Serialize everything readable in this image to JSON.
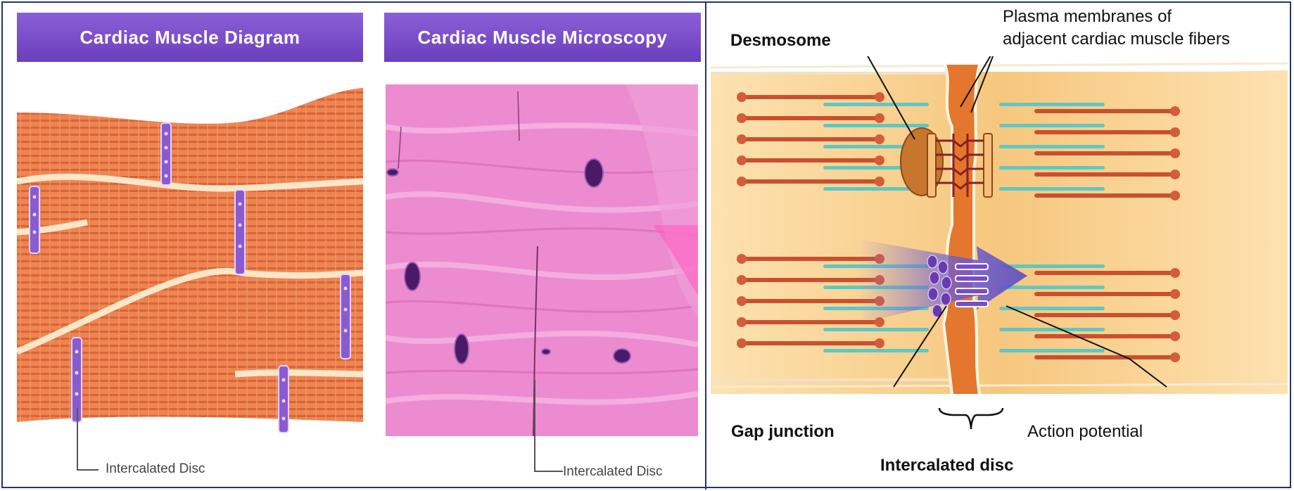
{
  "left_panel": {
    "diagram_title": "Cardiac Muscle Diagram",
    "microscopy_title": "Cardiac Muscle Microscopy",
    "diagram_callout": "Intercalated Disc",
    "microscopy_callout": "Intercalated Disc"
  },
  "right_panel": {
    "desmosome": "Desmosome",
    "plasma_line1": "Plasma membranes of",
    "plasma_line2": "adjacent cardiac muscle fibers",
    "gap_junction": "Gap junction",
    "action_potential": "Action potential",
    "intercalated_disc": "Intercalated disc"
  },
  "colors": {
    "header_purple": "#7a4ccb",
    "muscle_orange": "#e97a4a",
    "tissue_pink": "#e885c7",
    "frame_navy": "#27346e",
    "disc_purple": "#6a3bb0",
    "actin_teal": "#5fc7c4",
    "myosin_red": "#c9502f",
    "cell_tan": "#f6c77e"
  }
}
